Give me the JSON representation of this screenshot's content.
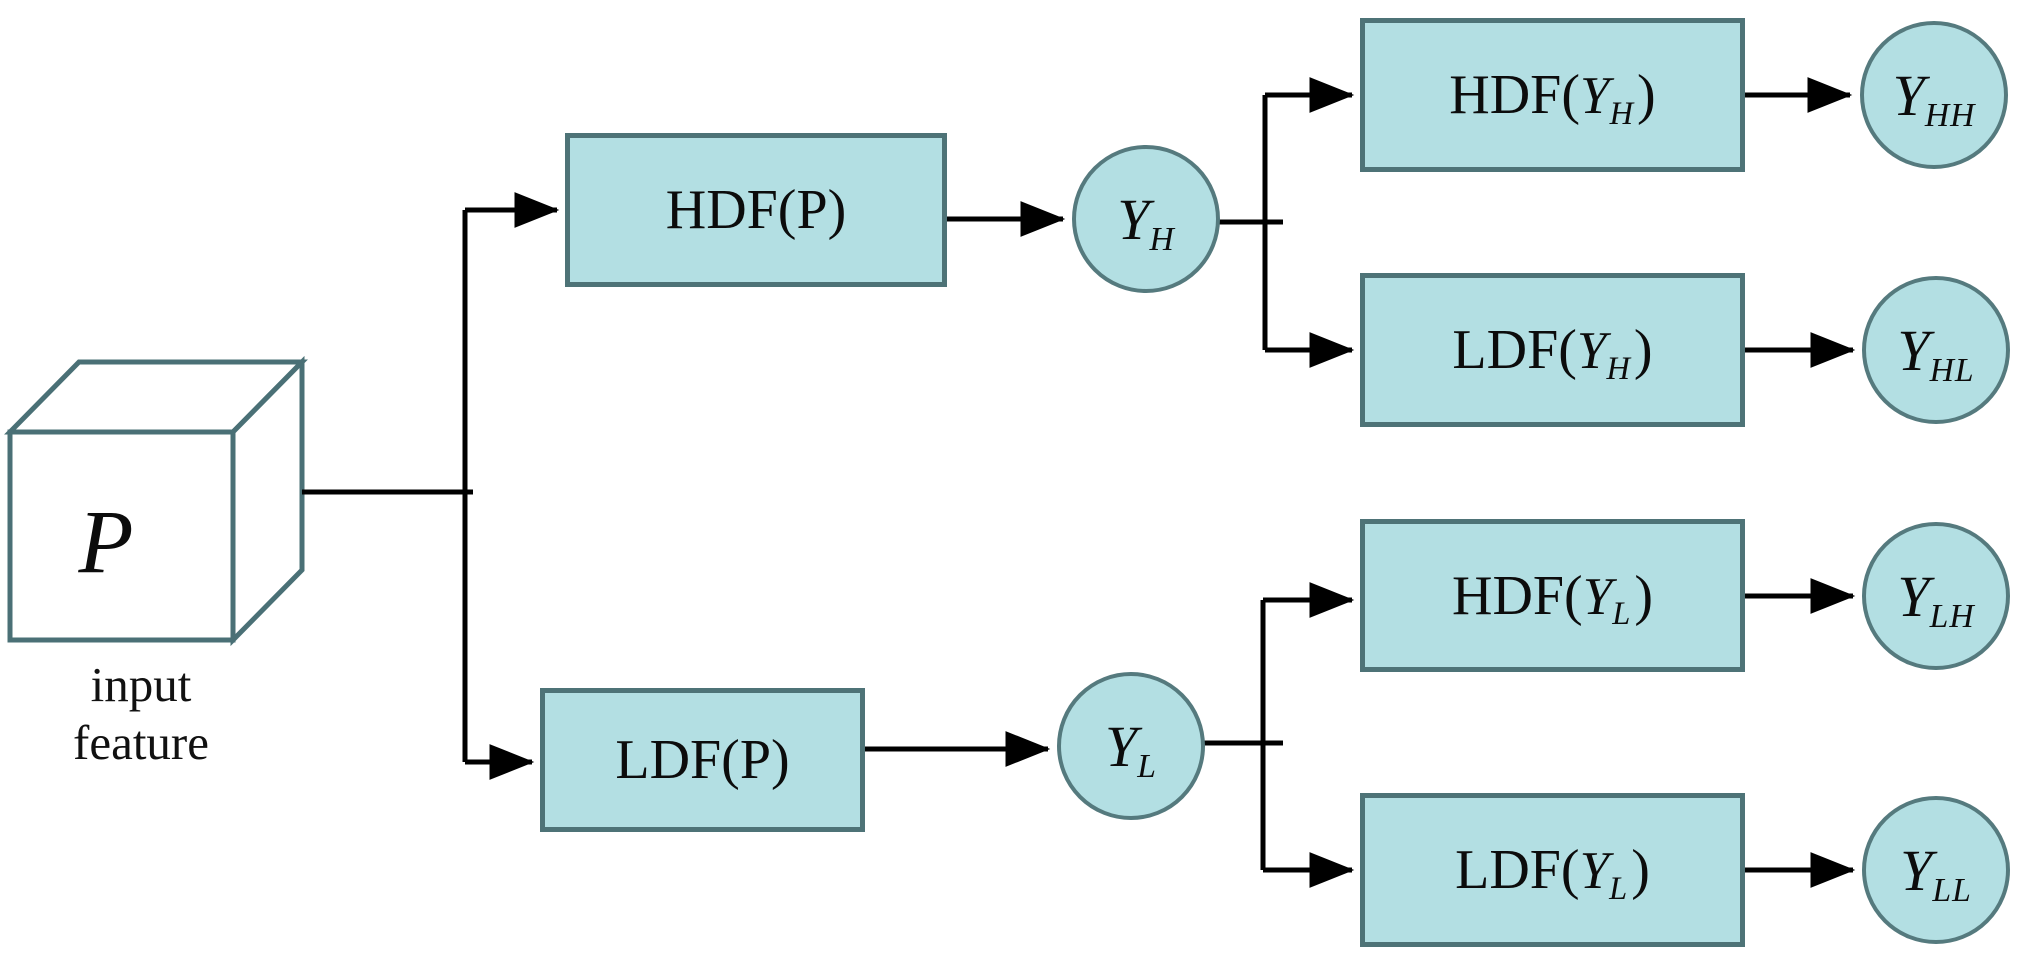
{
  "input_cube": {
    "label": "P",
    "caption_line1": "input",
    "caption_line2": "feature"
  },
  "boxes": {
    "hdf_p": {
      "label": "HDF(P)"
    },
    "ldf_p": {
      "label": "LDF(P)"
    },
    "hdf_yh": {
      "func": "HDF(",
      "arg": "Y",
      "sub": "H",
      "close": ")"
    },
    "ldf_yh": {
      "func": "LDF(",
      "arg": "Y",
      "sub": "H",
      "close": ")"
    },
    "hdf_yl": {
      "func": "HDF(",
      "arg": "Y",
      "sub": "L",
      "close": ")"
    },
    "ldf_yl": {
      "func": "LDF(",
      "arg": "Y",
      "sub": "L",
      "close": ")"
    }
  },
  "nodes": {
    "y_h": {
      "main": "Y",
      "sub": "H"
    },
    "y_l": {
      "main": "Y",
      "sub": "L"
    },
    "y_hh": {
      "main": "Y",
      "sub": "HH"
    },
    "y_hl": {
      "main": "Y",
      "sub": "HL"
    },
    "y_lh": {
      "main": "Y",
      "sub": "LH"
    },
    "y_ll": {
      "main": "Y",
      "sub": "LL"
    }
  },
  "colors": {
    "node_fill": "#b3dfe3",
    "node_border": "#4e7377",
    "cube_edge": "#4a7076",
    "connector": "#000000",
    "background": "#ffffff"
  }
}
